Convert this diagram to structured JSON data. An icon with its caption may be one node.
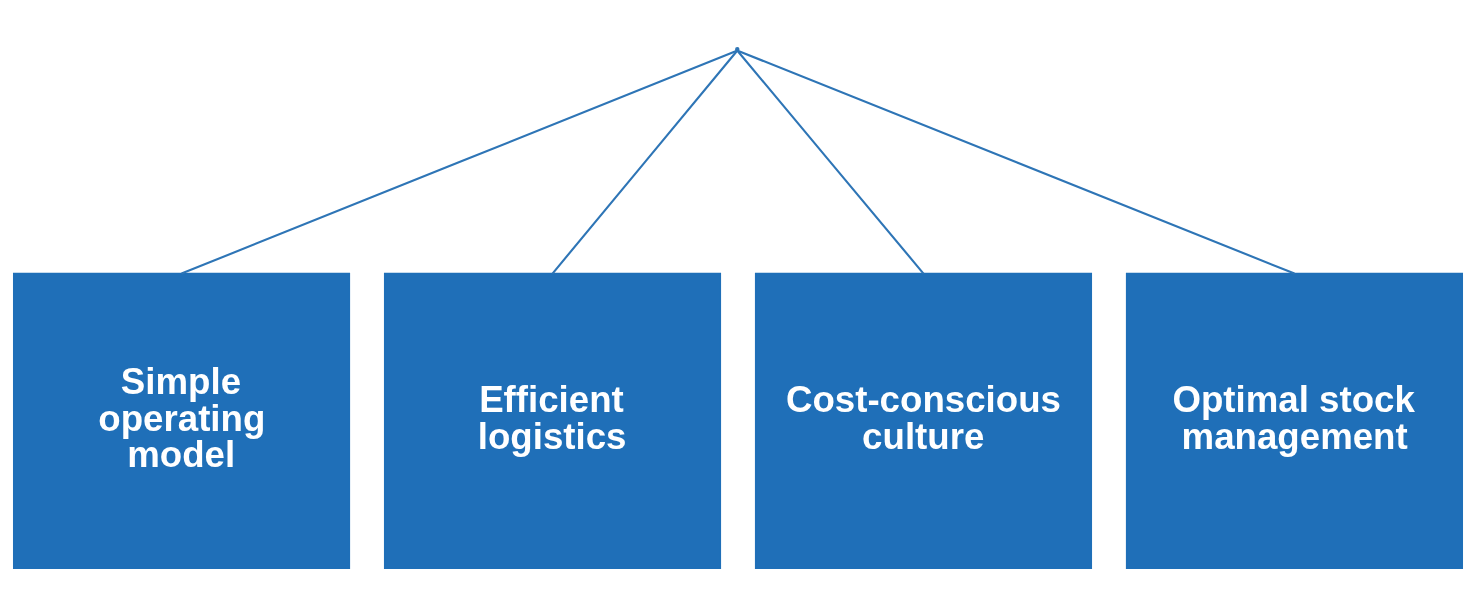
{
  "diagram": {
    "nodes": [
      {
        "text": [],
        "shape": "point"
      },
      {
        "text": [
          "Simple operating model"
        ]
      },
      {
        "text": [
          "Efficient logistics"
        ]
      },
      {
        "text": [
          "Cost-conscious culture"
        ]
      },
      {
        "text": [
          "Optimal stock management"
        ]
      }
    ],
    "edges": [
      {
        "from": 0,
        "to": 1,
        "arrow": "none"
      },
      {
        "from": 0,
        "to": 2,
        "arrow": "none"
      },
      {
        "from": 0,
        "to": 3,
        "arrow": "none"
      },
      {
        "from": 0,
        "to": 4,
        "arrow": "none"
      }
    ]
  }
}
